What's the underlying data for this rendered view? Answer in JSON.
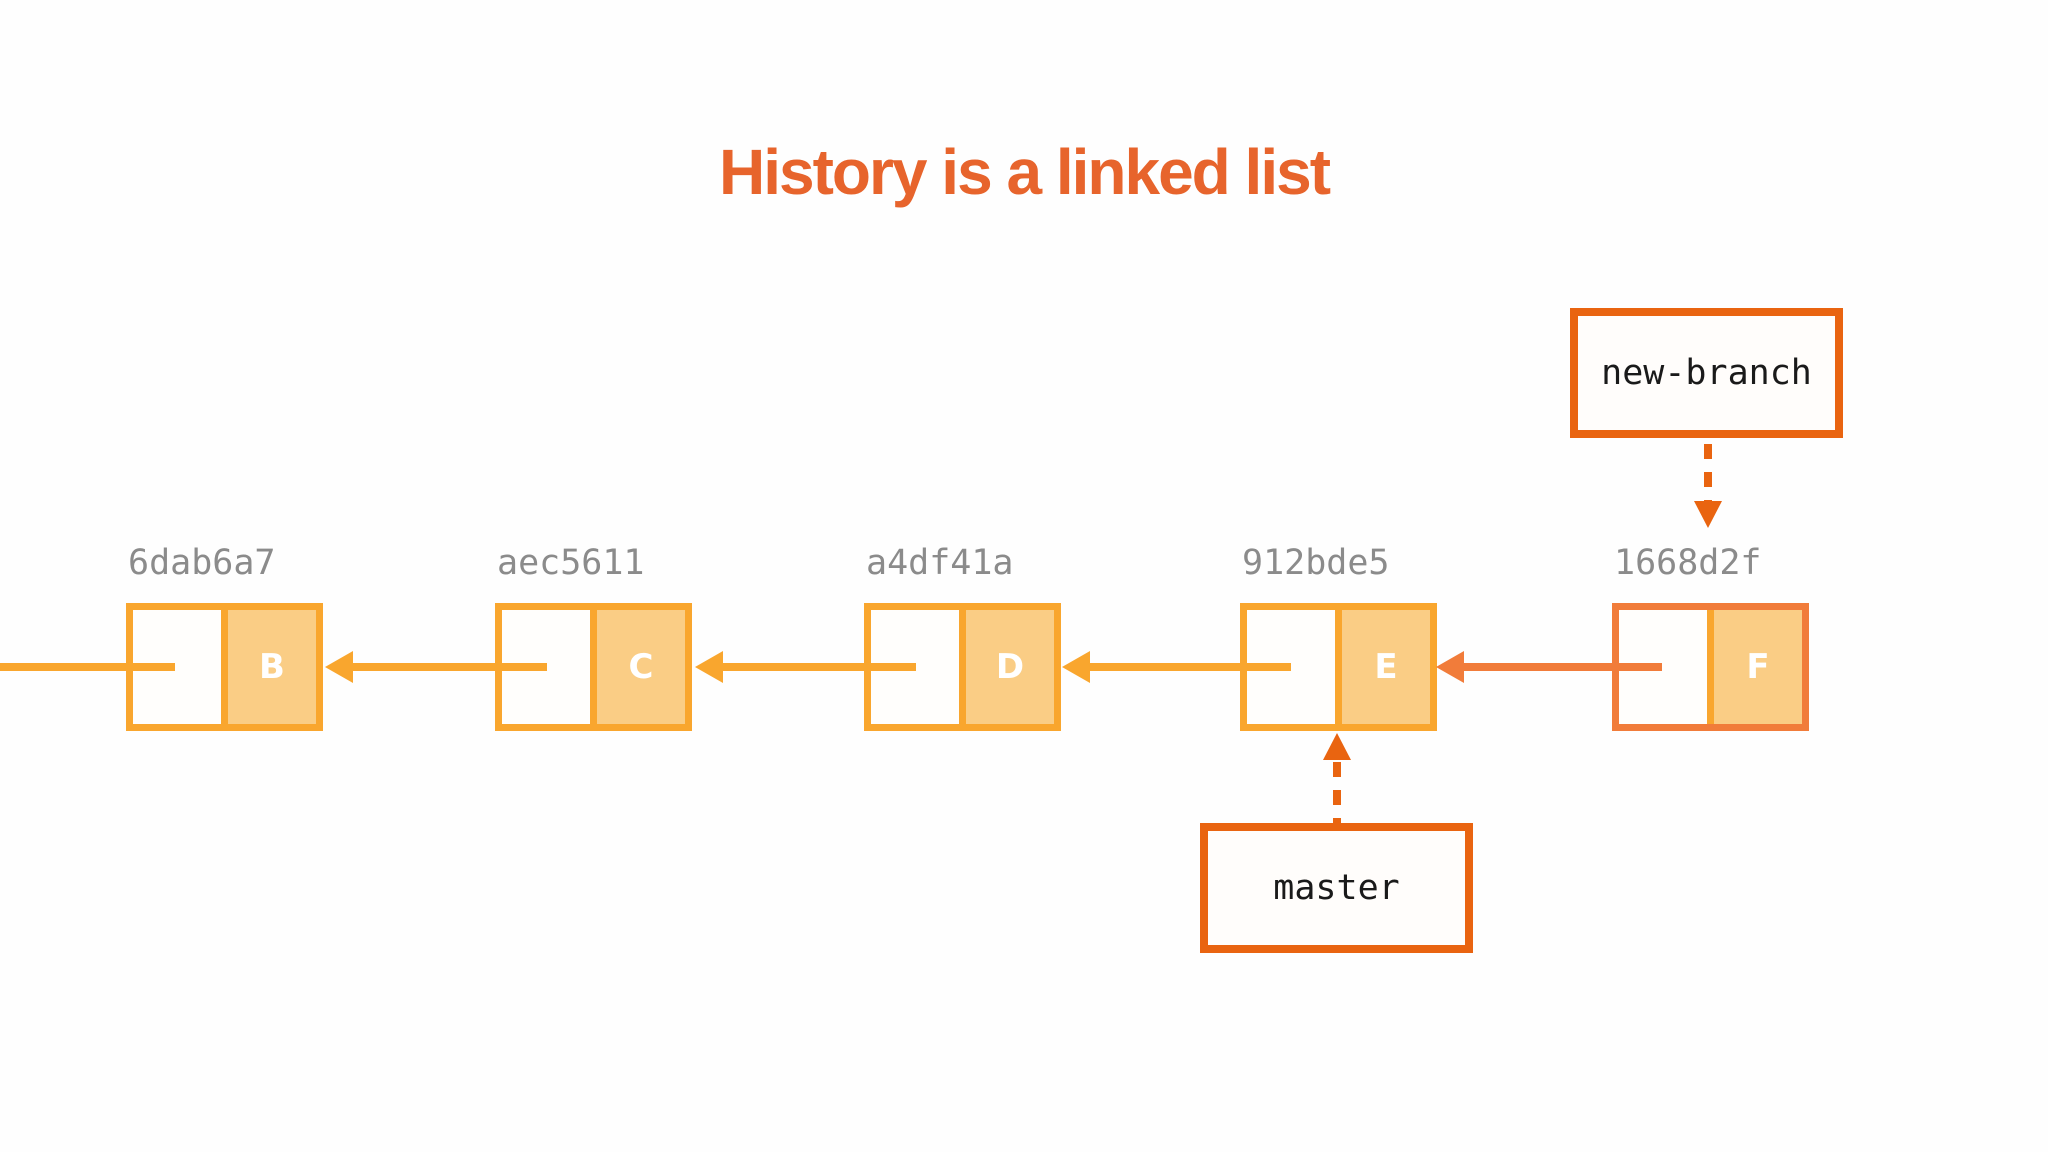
{
  "title": "History is a linked list",
  "commits": [
    {
      "hash": "6dab6a7",
      "letter": "B"
    },
    {
      "hash": "aec5611",
      "letter": "C"
    },
    {
      "hash": "a4df41a",
      "letter": "D"
    },
    {
      "hash": "912bde5",
      "letter": "E"
    },
    {
      "hash": "1668d2f",
      "letter": "F"
    }
  ],
  "branches": [
    {
      "name": "new-branch",
      "points_to": "1668d2f"
    },
    {
      "name": "master",
      "points_to": "912bde5"
    }
  ],
  "diagram": {
    "type": "git-commit-linked-list",
    "arrow_direction": "each commit points left to its parent"
  },
  "colors": {
    "title": "#e7642c",
    "node_border": "#f9a62e",
    "node_fill": "#facd85",
    "highlight_border": "#f17c3a",
    "branch_accent": "#e96410",
    "hash_text": "#8b8b8b"
  }
}
